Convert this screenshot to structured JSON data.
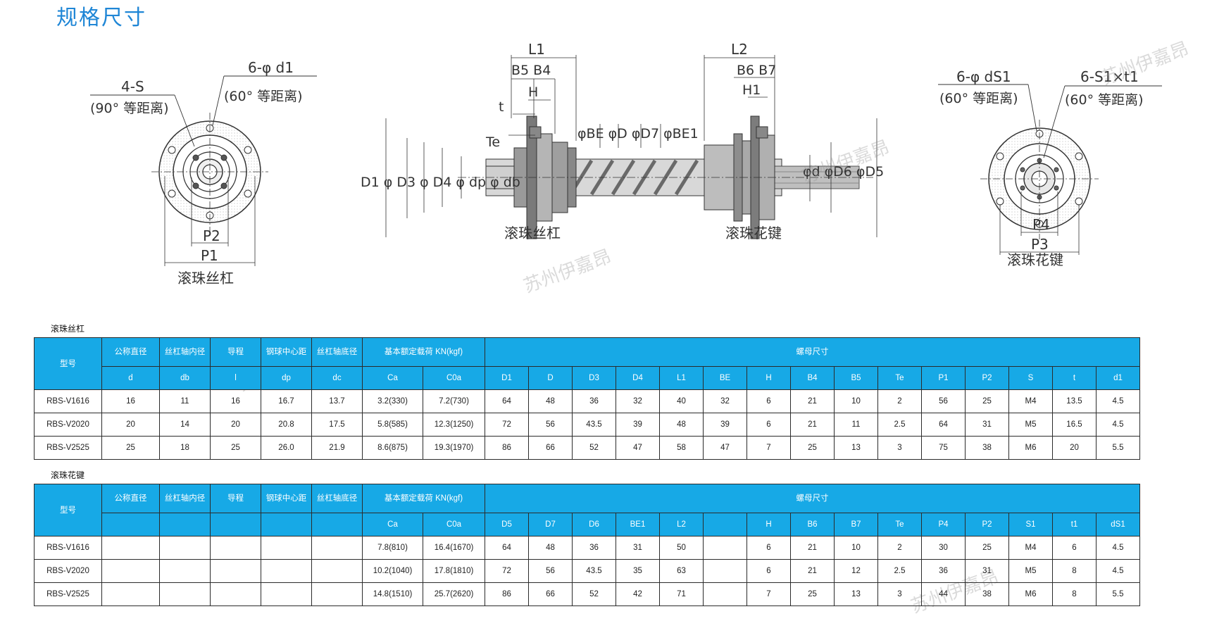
{
  "page_title": "规格尺寸",
  "watermark": "苏州伊嘉昂",
  "diagram": {
    "left_caption": "滚珠丝杠",
    "center_left_caption": "滚珠丝杠",
    "center_right_caption": "滚珠花键",
    "right_caption": "滚珠花键",
    "lbl_4s": "4-S",
    "lbl_90": "(90° 等距离)",
    "lbl_6d1": "6-φ d1",
    "lbl_60a": "(60° 等距离)",
    "lbl_p2": "P2",
    "lbl_p1": "P1",
    "lbl_l1": "L1",
    "lbl_b5b4": "B5 B4",
    "lbl_h": "H",
    "lbl_t": "t",
    "lbl_te": "Te",
    "lbl_left_dims": "D1 φ D3 φ D4 φ dp φ db",
    "lbl_mid_dims": "φBE φD φD7 φBE1",
    "lbl_l2": "L2",
    "lbl_b6b7": "B6 B7",
    "lbl_h1": "H1",
    "lbl_right_dims": "φd φD6 φD5",
    "lbl_6ds1": "6-φ dS1",
    "lbl_60b": "(60° 等距离)",
    "lbl_6s1t1": "6-S1×t1",
    "lbl_60c": "(60° 等距离)",
    "lbl_p4": "P4",
    "lbl_p3": "P3"
  },
  "table1": {
    "caption": "滚珠丝杠",
    "header1": [
      "型号",
      "公称直径",
      "丝杠轴内径",
      "导程",
      "钢球中心距",
      "丝杠轴底径",
      "基本额定载荷 KN(kgf)",
      "螺母尺寸"
    ],
    "header2": [
      "d",
      "db",
      "l",
      "dp",
      "dc",
      "Ca",
      "C0a",
      "D1",
      "D",
      "D3",
      "D4",
      "L1",
      "BE",
      "H",
      "B4",
      "B5",
      "Te",
      "P1",
      "P2",
      "S",
      "t",
      "d1"
    ],
    "rows": [
      [
        "RBS-V1616",
        "16",
        "11",
        "16",
        "16.7",
        "13.7",
        "3.2(330)",
        "7.2(730)",
        "64",
        "48",
        "36",
        "32",
        "40",
        "32",
        "6",
        "21",
        "10",
        "2",
        "56",
        "25",
        "M4",
        "13.5",
        "4.5"
      ],
      [
        "RBS-V2020",
        "20",
        "14",
        "20",
        "20.8",
        "17.5",
        "5.8(585)",
        "12.3(1250)",
        "72",
        "56",
        "43.5",
        "39",
        "48",
        "39",
        "6",
        "21",
        "11",
        "2.5",
        "64",
        "31",
        "M5",
        "16.5",
        "4.5"
      ],
      [
        "RBS-V2525",
        "25",
        "18",
        "25",
        "26.0",
        "21.9",
        "8.6(875)",
        "19.3(1970)",
        "86",
        "66",
        "52",
        "47",
        "58",
        "47",
        "7",
        "25",
        "13",
        "3",
        "75",
        "38",
        "M6",
        "20",
        "5.5"
      ]
    ]
  },
  "table2": {
    "caption": "滚珠花键",
    "header1": [
      "型号",
      "公称直径",
      "丝杠轴内径",
      "导程",
      "钢球中心距",
      "丝杠轴底径",
      "基本额定载荷 KN(kgf)",
      "螺母尺寸"
    ],
    "header2": [
      "",
      "",
      "",
      "",
      "",
      "Ca",
      "C0a",
      "D5",
      "D7",
      "D6",
      "BE1",
      "L2",
      "",
      "H",
      "B6",
      "B7",
      "Te",
      "P4",
      "P2",
      "S1",
      "t1",
      "dS1"
    ],
    "rows": [
      [
        "RBS-V1616",
        "",
        "",
        "",
        "",
        "",
        "7.8(810)",
        "16.4(1670)",
        "64",
        "48",
        "36",
        "31",
        "50",
        "",
        "6",
        "21",
        "10",
        "2",
        "30",
        "25",
        "M4",
        "6",
        "4.5"
      ],
      [
        "RBS-V2020",
        "",
        "",
        "",
        "",
        "",
        "10.2(1040)",
        "17.8(1810)",
        "72",
        "56",
        "43.5",
        "35",
        "63",
        "",
        "6",
        "21",
        "12",
        "2.5",
        "36",
        "31",
        "M5",
        "8",
        "4.5"
      ],
      [
        "RBS-V2525",
        "",
        "",
        "",
        "",
        "",
        "14.8(1510)",
        "25.7(2620)",
        "86",
        "66",
        "52",
        "42",
        "71",
        "",
        "7",
        "25",
        "13",
        "3",
        "44",
        "38",
        "M6",
        "8",
        "5.5"
      ]
    ]
  }
}
